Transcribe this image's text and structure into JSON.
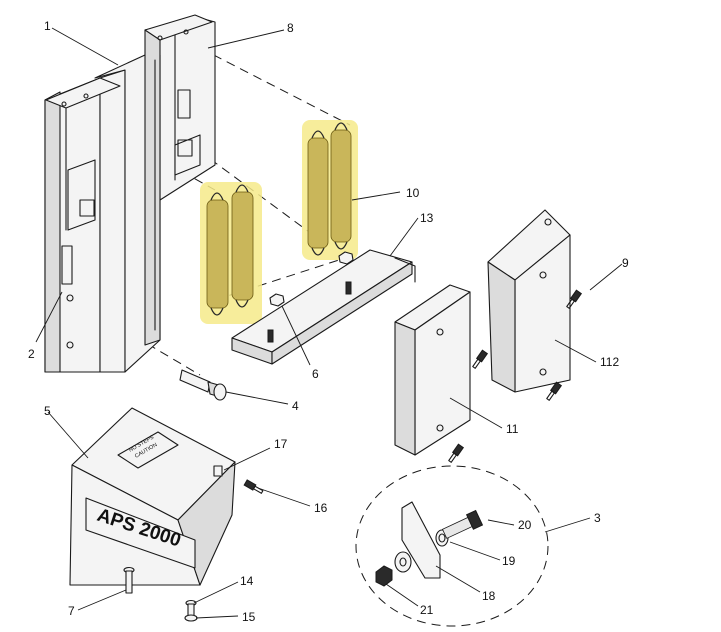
{
  "callouts": [
    {
      "id": "1",
      "text": "1"
    },
    {
      "id": "2",
      "text": "2"
    },
    {
      "id": "3",
      "text": "3"
    },
    {
      "id": "4",
      "text": "4"
    },
    {
      "id": "5",
      "text": "5"
    },
    {
      "id": "6",
      "text": "6"
    },
    {
      "id": "7",
      "text": "7"
    },
    {
      "id": "8",
      "text": "8"
    },
    {
      "id": "9",
      "text": "9"
    },
    {
      "id": "10",
      "text": "10"
    },
    {
      "id": "11",
      "text": "11"
    },
    {
      "id": "13",
      "text": "13"
    },
    {
      "id": "14",
      "text": "14"
    },
    {
      "id": "15",
      "text": "15"
    },
    {
      "id": "16",
      "text": "16"
    },
    {
      "id": "17",
      "text": "17"
    },
    {
      "id": "18",
      "text": "18"
    },
    {
      "id": "19",
      "text": "19"
    },
    {
      "id": "20",
      "text": "20"
    },
    {
      "id": "21",
      "text": "21"
    },
    {
      "id": "112",
      "text": "112"
    }
  ],
  "cover": {
    "brand": "APS 2000",
    "warning_line1": "NO STEPS",
    "warning_line2": "CAUTION"
  },
  "colors": {
    "highlight": "#f6ea8a",
    "spring": "#c9b65a",
    "line": "#1a1a1a"
  }
}
